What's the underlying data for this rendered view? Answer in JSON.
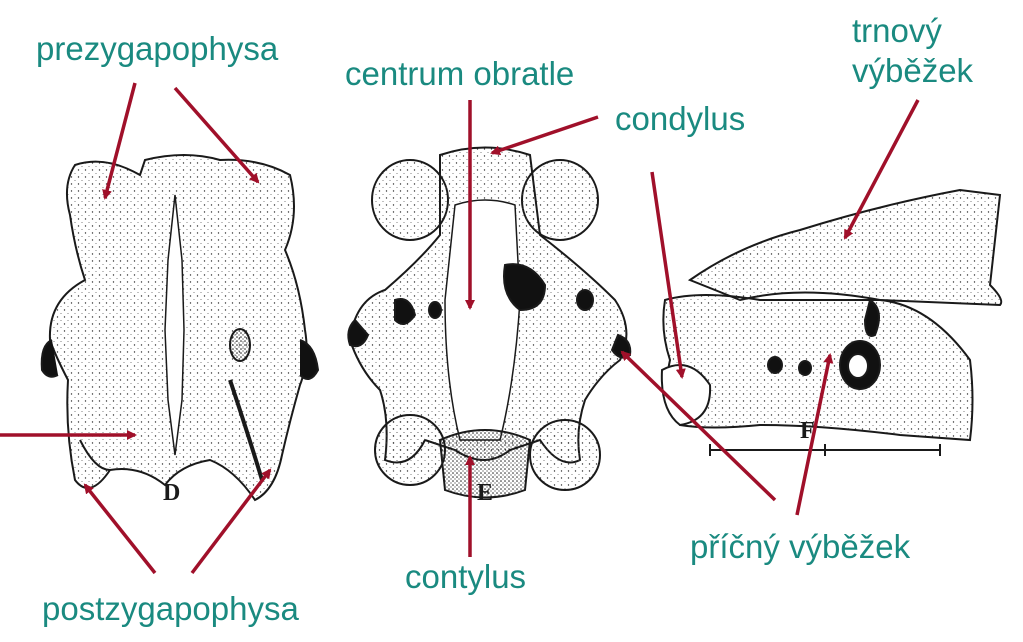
{
  "labels": {
    "prezygapophysa": "prezygapophysa",
    "centrum": "centrum obratle",
    "condylus": "condylus",
    "trnovy_line1": "trnový",
    "trnovy_line2": "výběžek",
    "pricny": "příčný výběžek",
    "contylus": "contylus",
    "postzygapophysa": "postzygapophysa"
  },
  "plates": {
    "dorsal": "D",
    "ventral": "E",
    "lateral": "F"
  },
  "colors": {
    "label": "#1a8a80",
    "arrow": "#a0102a",
    "bone_outline": "#1a1a1a"
  }
}
